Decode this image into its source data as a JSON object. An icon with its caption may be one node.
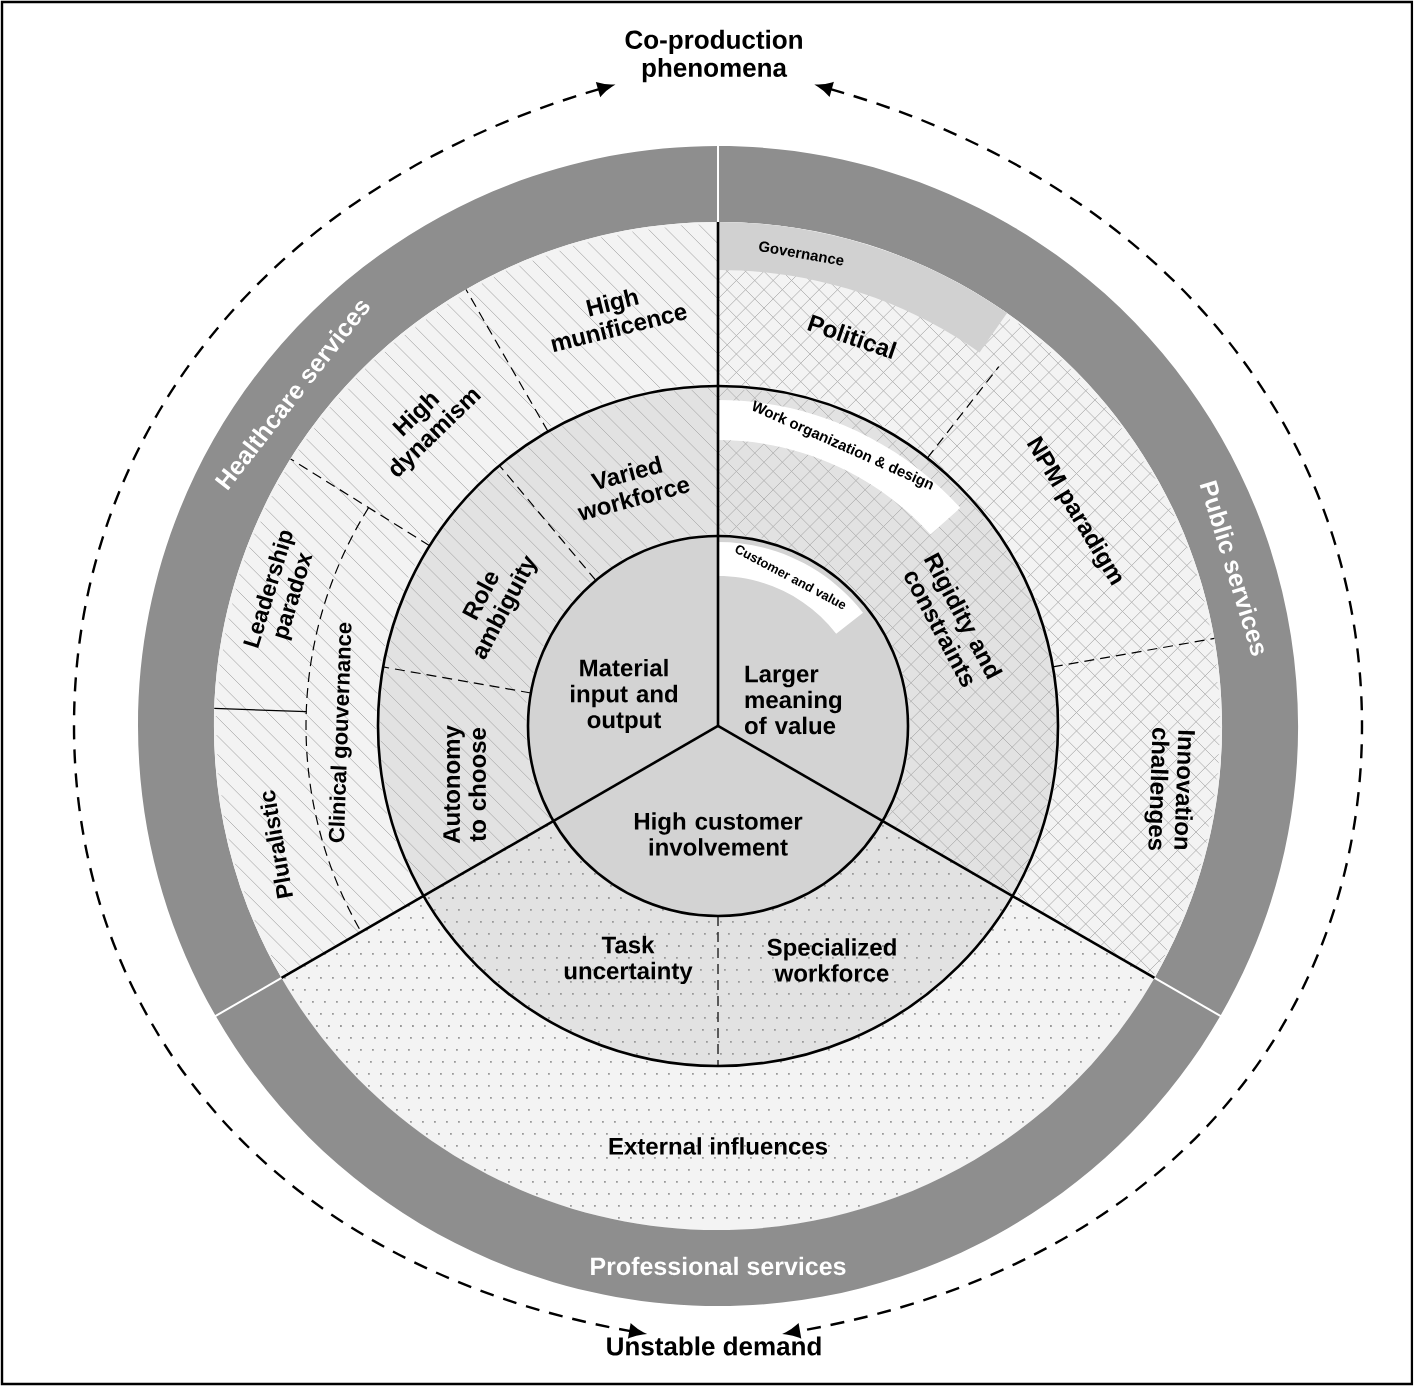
{
  "diagram": {
    "nodes": [
      {
        "text": [
          "Co-production phenomena"
        ]
      },
      {
        "text": [
          "Healthcare services"
        ]
      },
      {
        "text": [
          "Public services"
        ]
      },
      {
        "text": [
          "High munificence",
          "High dynamism",
          "Leadership paradox",
          "Clinical gouvernance",
          "Pluralistic"
        ]
      },
      {
        "text": [
          "Governance",
          "Political",
          "NPM paradigm",
          "Innovation challenges"
        ]
      },
      {
        "text": [
          "Varied workforce",
          "Role ambiguity",
          "Autonomy to choose"
        ]
      },
      {
        "text": [
          "Work organization & design",
          "Rigidity and constraints"
        ]
      },
      {
        "text": [
          "Material input and output"
        ]
      },
      {
        "text": [
          "Customer and value",
          "Larger meaning of value"
        ]
      },
      {
        "text": [
          "High customer involvement"
        ]
      },
      {
        "text": [
          "Task uncertainty",
          "Specialized workforce"
        ]
      },
      {
        "text": [
          "External influences"
        ]
      },
      {
        "text": [
          "Professional services"
        ]
      },
      {
        "text": [
          "Unstable demand"
        ]
      }
    ],
    "edges": [
      {
        "from": 0,
        "to": 13,
        "arrow": "both",
        "style": "dashed"
      },
      {
        "from": 0,
        "to": 13,
        "arrow": "both",
        "style": "dashed"
      }
    ]
  }
}
